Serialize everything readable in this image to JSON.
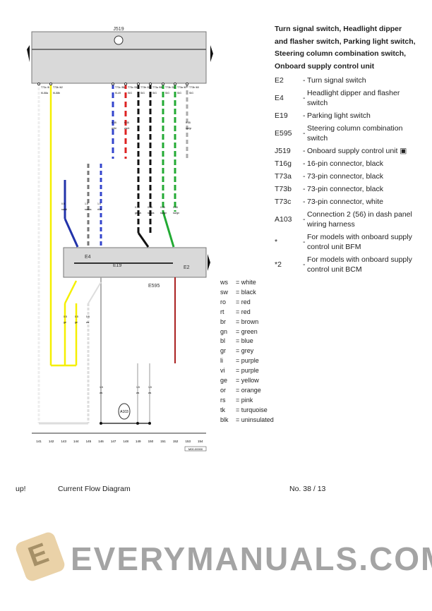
{
  "diagram": {
    "control_unit_label": "J519",
    "components": [
      "E4",
      "E19",
      "E595",
      "E2"
    ],
    "column_numbers": [
      "141",
      "142",
      "143",
      "144",
      "145",
      "146",
      "147",
      "148",
      "149",
      "150",
      "151",
      "152",
      "153",
      "154"
    ],
    "top_pins": [
      {
        "pin": "T73c /8",
        "sig": "KL58a"
      },
      {
        "pin": "T73b /62",
        "sig": "KL58b"
      },
      {
        "pin": "T73c /56",
        "sig": "KL49"
      },
      {
        "pin": "T73c /31",
        "sig": "SIG"
      },
      {
        "pin": "T73b /33",
        "sig": "SIG"
      },
      {
        "pin": "T73a /58",
        "sig": "SIG"
      },
      {
        "pin": "T73b /32",
        "sig": "SIG"
      },
      {
        "pin": "T73a /67",
        "sig": "SIG"
      },
      {
        "pin": "T73b /60",
        "sig": "SIG"
      }
    ],
    "wire_labels": [
      "0.35 gr/bl",
      "0.35 ws/rt",
      "0.35 sw/gr",
      "0.5 sw/bl",
      "1.5 sw/ws",
      "1.5 rt/bl",
      "0.35 ge/ws",
      "0.35 sw/ws",
      "0.35 sw/gn",
      "0.35 sw/gn",
      "0.5 ge",
      "0.5 ge",
      "0.5 ws",
      "1.5 ws",
      "1.5 ws",
      "1.5 ws"
    ],
    "connection_label": "A103",
    "reference_code": "M00-00000"
  },
  "legend": {
    "title": "Turn signal switch, Headlight dipper and flasher switch, Parking light switch, Steering column combination switch, Onboard supply control unit",
    "items": [
      {
        "code": "E2",
        "desc": "Turn signal switch"
      },
      {
        "code": "E4",
        "desc": "Headlight dipper and flasher switch"
      },
      {
        "code": "E19",
        "desc": "Parking light switch"
      },
      {
        "code": "E595",
        "desc": "Steering column combination switch"
      },
      {
        "code": "J519",
        "desc": "Onboard supply control unit ▣"
      },
      {
        "code": "T16g",
        "desc": "16-pin connector, black"
      },
      {
        "code": "T73a",
        "desc": "73-pin connector, black"
      },
      {
        "code": "T73b",
        "desc": "73-pin connector, black"
      },
      {
        "code": "T73c",
        "desc": "73-pin connector, white"
      },
      {
        "code": "A103",
        "desc": "Connection 2 (56) in dash panel wiring harness"
      },
      {
        "code": "*",
        "desc": "For models with onboard supply control unit BFM"
      },
      {
        "code": "*2",
        "desc": "For models with onboard supply control unit BCM"
      }
    ]
  },
  "color_codes": [
    {
      "ab": "ws",
      "name": "white"
    },
    {
      "ab": "sw",
      "name": "black"
    },
    {
      "ab": "ro",
      "name": "red"
    },
    {
      "ab": "rt",
      "name": "red"
    },
    {
      "ab": "br",
      "name": "brown"
    },
    {
      "ab": "gn",
      "name": "green"
    },
    {
      "ab": "bl",
      "name": "blue"
    },
    {
      "ab": "gr",
      "name": "grey"
    },
    {
      "ab": "li",
      "name": "purple"
    },
    {
      "ab": "vi",
      "name": "purple"
    },
    {
      "ab": "ge",
      "name": "yellow"
    },
    {
      "ab": "or",
      "name": "orange"
    },
    {
      "ab": "rs",
      "name": "pink"
    },
    {
      "ab": "tk",
      "name": "turquoise"
    },
    {
      "ab": "blk",
      "name": "uninsulated"
    }
  ],
  "footer": {
    "left": "up!",
    "center": "Current Flow Diagram",
    "right": "No.  38 / 13"
  },
  "watermark": "EVERYMANUALS.COM"
}
